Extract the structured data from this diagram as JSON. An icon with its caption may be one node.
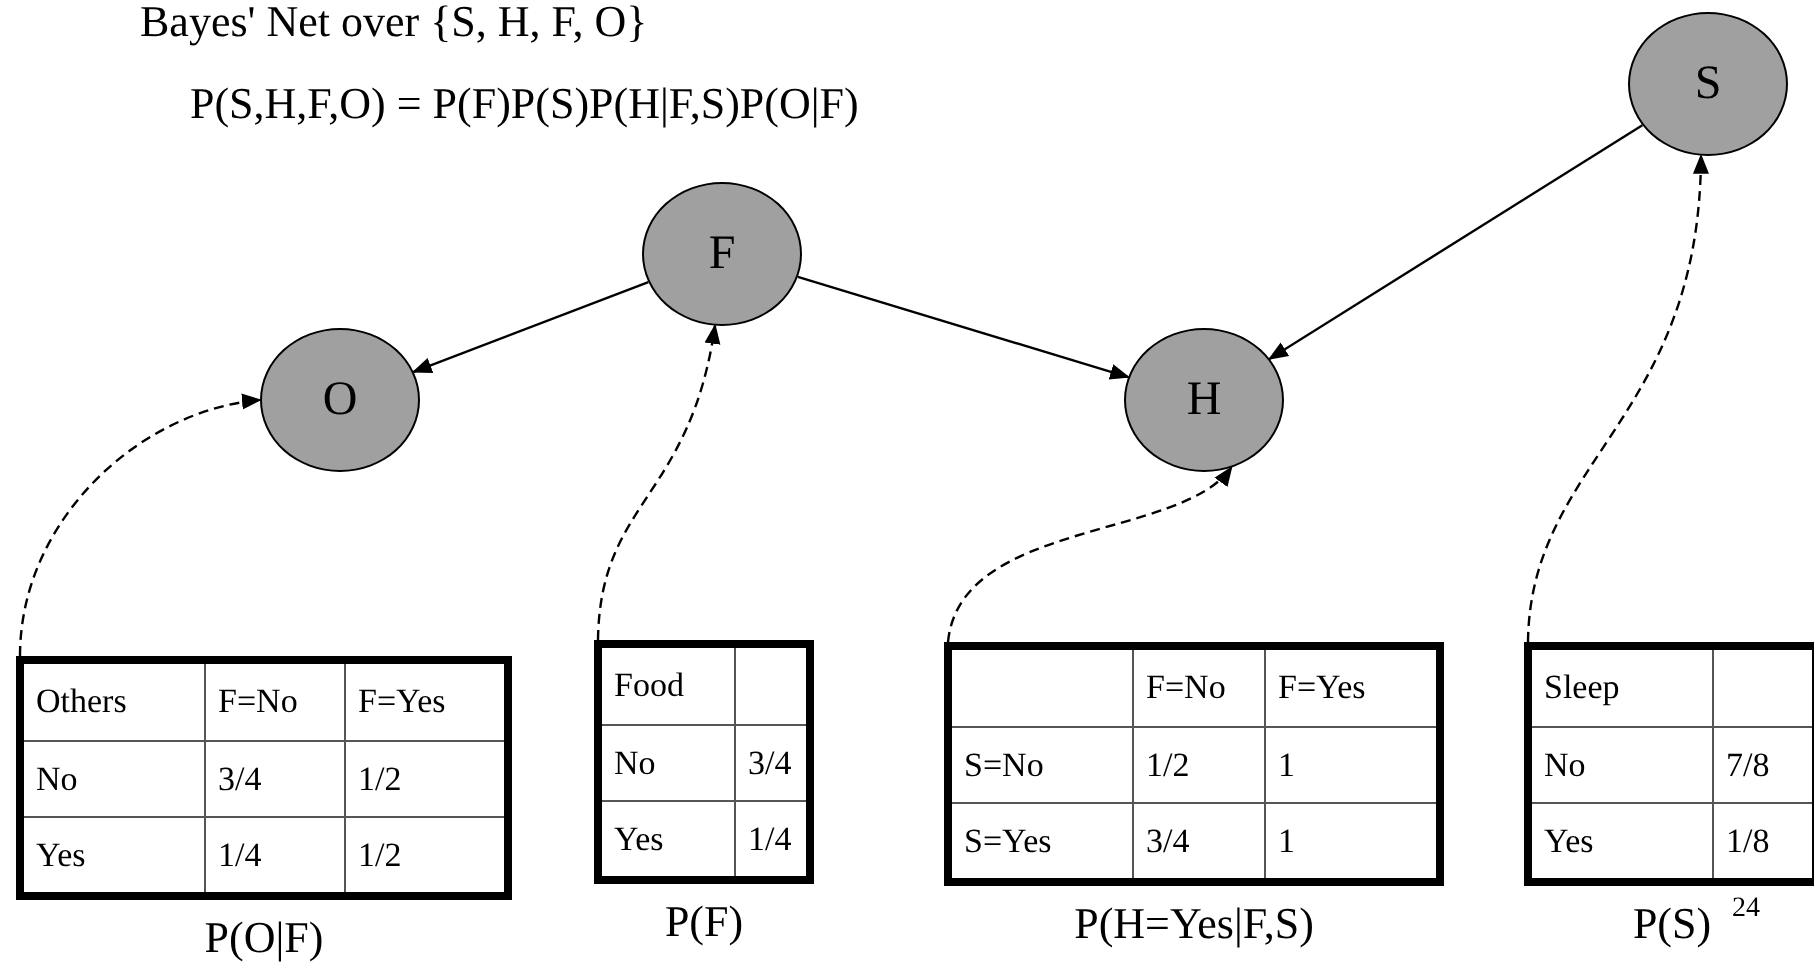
{
  "diagram": {
    "title": "Bayes' Net over {S, H, F, O}",
    "nodes": [
      {
        "text": [
          "S"
        ]
      },
      {
        "text": [
          "F"
        ]
      },
      {
        "text": [
          "O"
        ]
      },
      {
        "text": [
          "H"
        ]
      },
      {
        "text": [
          "Others",
          "F=No",
          "F=Yes",
          "No",
          "3/4",
          "1/2",
          "Yes",
          "1/4",
          "1/2"
        ],
        "beside": [
          "P(O|F)"
        ]
      },
      {
        "text": [
          "Food",
          "No",
          "3/4",
          "Yes",
          "1/4"
        ],
        "beside": [
          "P(F)"
        ]
      },
      {
        "text": [
          "F=No",
          "F=Yes",
          "S=No",
          "1/2",
          "1",
          "S=Yes",
          "3/4",
          "1"
        ],
        "beside": [
          "P(H=Yes|F,S)"
        ]
      },
      {
        "text": [
          "Sleep",
          "No",
          "7/8",
          "Yes",
          "1/8"
        ],
        "beside": [
          "P(S)"
        ]
      }
    ],
    "edges": [
      {
        "from": 1,
        "to": 2,
        "arrow": "to"
      },
      {
        "from": 1,
        "to": 3,
        "arrow": "to"
      },
      {
        "from": 0,
        "to": 3,
        "arrow": "to"
      },
      {
        "from": 4,
        "to": 2,
        "arrow": "to",
        "style": "dashed"
      },
      {
        "from": 5,
        "to": 1,
        "arrow": "to",
        "style": "dashed"
      },
      {
        "from": 6,
        "to": 3,
        "arrow": "to",
        "style": "dashed"
      },
      {
        "from": 7,
        "to": 0,
        "arrow": "to",
        "style": "dashed"
      }
    ],
    "labels": [
      "P(S,H,F,O) = P(F)P(S)P(H|F,S)P(O|F)",
      "24"
    ]
  }
}
